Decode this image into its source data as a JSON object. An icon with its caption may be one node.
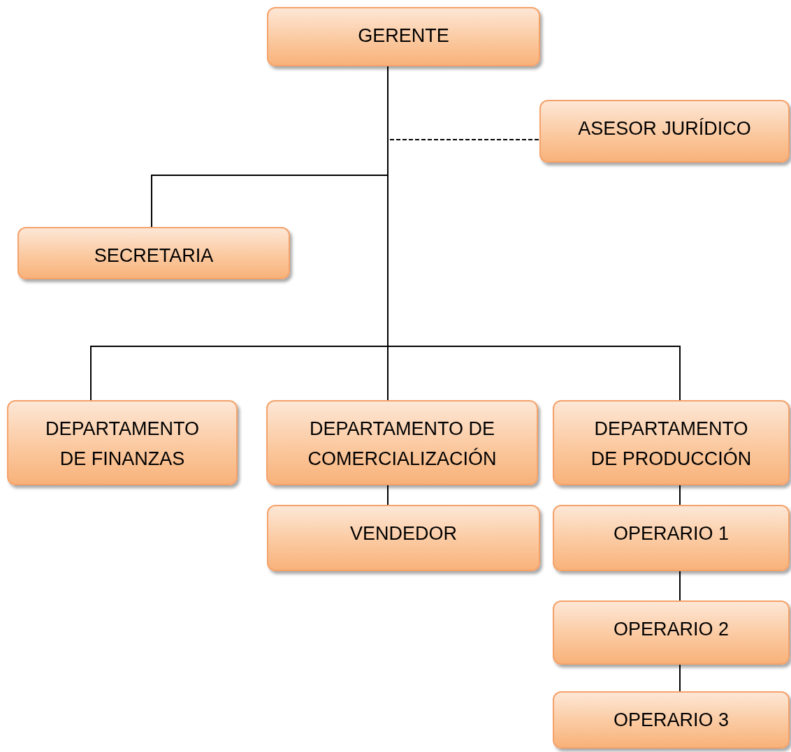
{
  "diagram": {
    "nodes": [
      {
        "text": [
          "GERENTE"
        ]
      },
      {
        "text": [
          "ASESOR JURÍDICO"
        ]
      },
      {
        "text": [
          "SECRETARIA"
        ]
      },
      {
        "text": [
          "DEPARTAMENTO DE FINANZAS"
        ]
      },
      {
        "text": [
          "DEPARTAMENTO DE COMERCIALIZACIÓN"
        ]
      },
      {
        "text": [
          "DEPARTAMENTO DE PRODUCCIÓN"
        ]
      },
      {
        "text": [
          "VENDEDOR"
        ]
      },
      {
        "text": [
          "OPERARIO 1"
        ]
      },
      {
        "text": [
          "OPERARIO 2"
        ]
      },
      {
        "text": [
          "OPERARIO 3"
        ]
      }
    ],
    "edges": [
      {
        "from": 0,
        "to": 1,
        "arrow": "none",
        "style": "dashed"
      },
      {
        "from": 0,
        "to": 2,
        "arrow": "none"
      },
      {
        "from": 0,
        "to": 3,
        "arrow": "none"
      },
      {
        "from": 0,
        "to": 4,
        "arrow": "none"
      },
      {
        "from": 0,
        "to": 5,
        "arrow": "none"
      },
      {
        "from": 4,
        "to": 6,
        "arrow": "none"
      },
      {
        "from": 5,
        "to": 7,
        "arrow": "none"
      },
      {
        "from": 7,
        "to": 8,
        "arrow": "none"
      },
      {
        "from": 8,
        "to": 9,
        "arrow": "none"
      }
    ]
  }
}
